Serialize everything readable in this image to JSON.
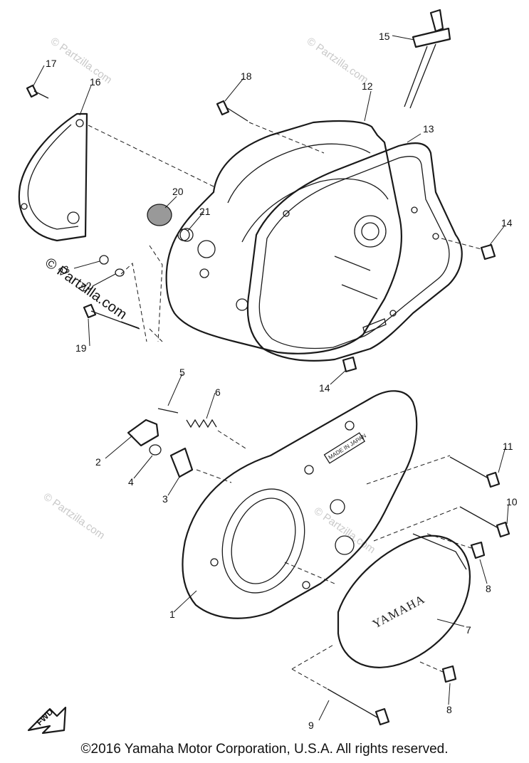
{
  "callouts": [
    {
      "label": "1"
    },
    {
      "label": "2"
    },
    {
      "label": "3"
    },
    {
      "label": "4"
    },
    {
      "label": "5"
    },
    {
      "label": "6"
    },
    {
      "label": "7"
    },
    {
      "label": "8"
    },
    {
      "label": "8"
    },
    {
      "label": "9"
    },
    {
      "label": "10"
    },
    {
      "label": "11"
    },
    {
      "label": "12"
    },
    {
      "label": "13"
    },
    {
      "label": "14"
    },
    {
      "label": "14"
    },
    {
      "label": "15"
    },
    {
      "label": "16"
    },
    {
      "label": "17"
    },
    {
      "label": "18"
    },
    {
      "label": "19"
    },
    {
      "label": "20"
    },
    {
      "label": "21"
    },
    {
      "label": "22"
    },
    {
      "label": "23"
    }
  ],
  "cover_logo": "YAMAHA",
  "cover_stamp": "MADE IN JAPAN",
  "direction_marker": "FWD",
  "watermark": "© Partzilla.com",
  "copyright": "©2016 Yamaha Motor Corporation, U.S.A. All rights reserved."
}
